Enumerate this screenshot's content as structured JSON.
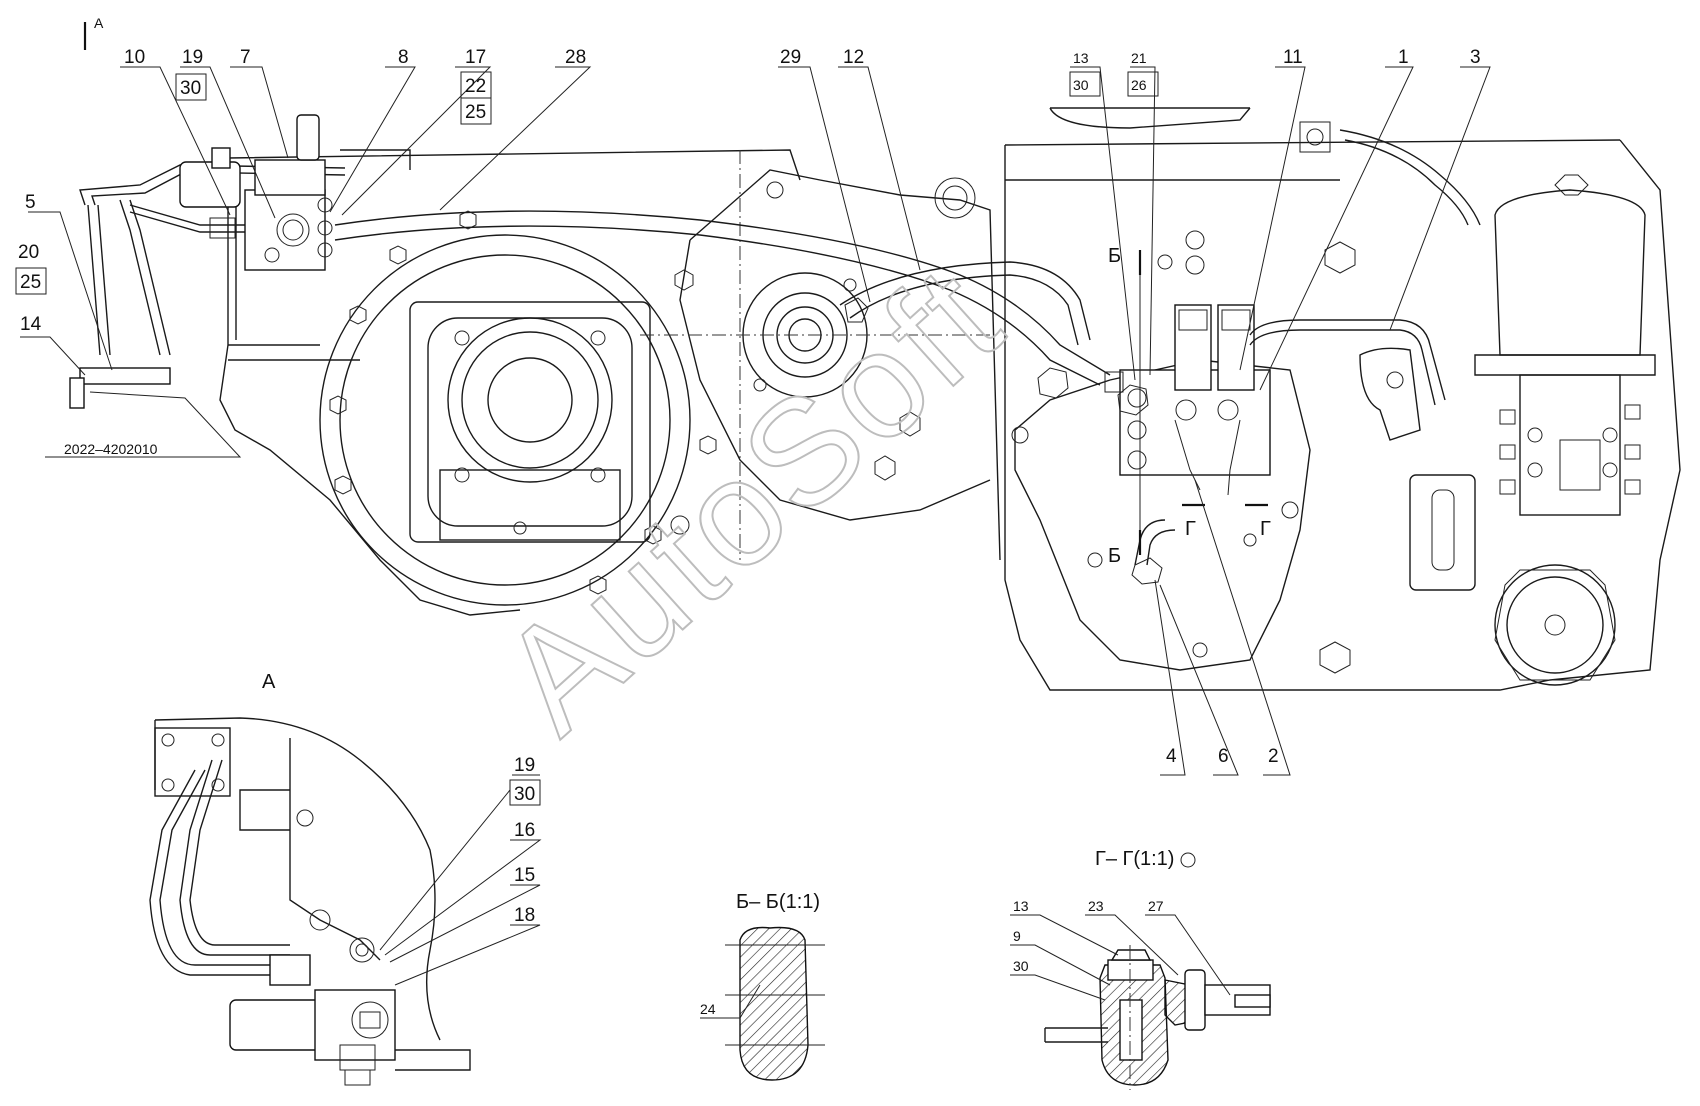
{
  "drawing": {
    "part_code": "2022–4202010",
    "view_arrow_label": "А",
    "view_a_title": "А",
    "section_bb_title": "Б– Б(1:1)",
    "section_gg_title": "Г– Г(1:1)",
    "section_mark_b": "Б",
    "section_mark_g": "Г",
    "watermark": "AutoSoft"
  },
  "callouts": {
    "main": [
      {
        "id": "c10",
        "num": "10"
      },
      {
        "id": "c19",
        "num": "19"
      },
      {
        "id": "c30a",
        "num": "30"
      },
      {
        "id": "c7",
        "num": "7"
      },
      {
        "id": "c8",
        "num": "8"
      },
      {
        "id": "c17",
        "num": "17"
      },
      {
        "id": "c22",
        "num": "22"
      },
      {
        "id": "c25a",
        "num": "25"
      },
      {
        "id": "c28",
        "num": "28"
      },
      {
        "id": "c5",
        "num": "5"
      },
      {
        "id": "c20",
        "num": "20"
      },
      {
        "id": "c25b",
        "num": "25"
      },
      {
        "id": "c14",
        "num": "14"
      },
      {
        "id": "c29",
        "num": "29"
      },
      {
        "id": "c12",
        "num": "12"
      },
      {
        "id": "c13a",
        "num": "13"
      },
      {
        "id": "c30b",
        "num": "30"
      },
      {
        "id": "c21",
        "num": "21"
      },
      {
        "id": "c26",
        "num": "26"
      },
      {
        "id": "c11",
        "num": "11"
      },
      {
        "id": "c1",
        "num": "1"
      },
      {
        "id": "c3",
        "num": "3"
      },
      {
        "id": "c4",
        "num": "4"
      },
      {
        "id": "c6",
        "num": "6"
      },
      {
        "id": "c2",
        "num": "2"
      }
    ],
    "view_a": [
      {
        "id": "a19",
        "num": "19"
      },
      {
        "id": "a30",
        "num": "30"
      },
      {
        "id": "a16",
        "num": "16"
      },
      {
        "id": "a15",
        "num": "15"
      },
      {
        "id": "a18",
        "num": "18"
      }
    ],
    "section_bb": [
      {
        "id": "b24",
        "num": "24"
      }
    ],
    "section_gg": [
      {
        "id": "g13",
        "num": "13"
      },
      {
        "id": "g23",
        "num": "23"
      },
      {
        "id": "g27",
        "num": "27"
      },
      {
        "id": "g9",
        "num": "9"
      },
      {
        "id": "g30",
        "num": "30"
      }
    ]
  },
  "colors": {
    "line": "#1a1a1a",
    "watermark": "#bdbdbd",
    "background": "#ffffff"
  }
}
